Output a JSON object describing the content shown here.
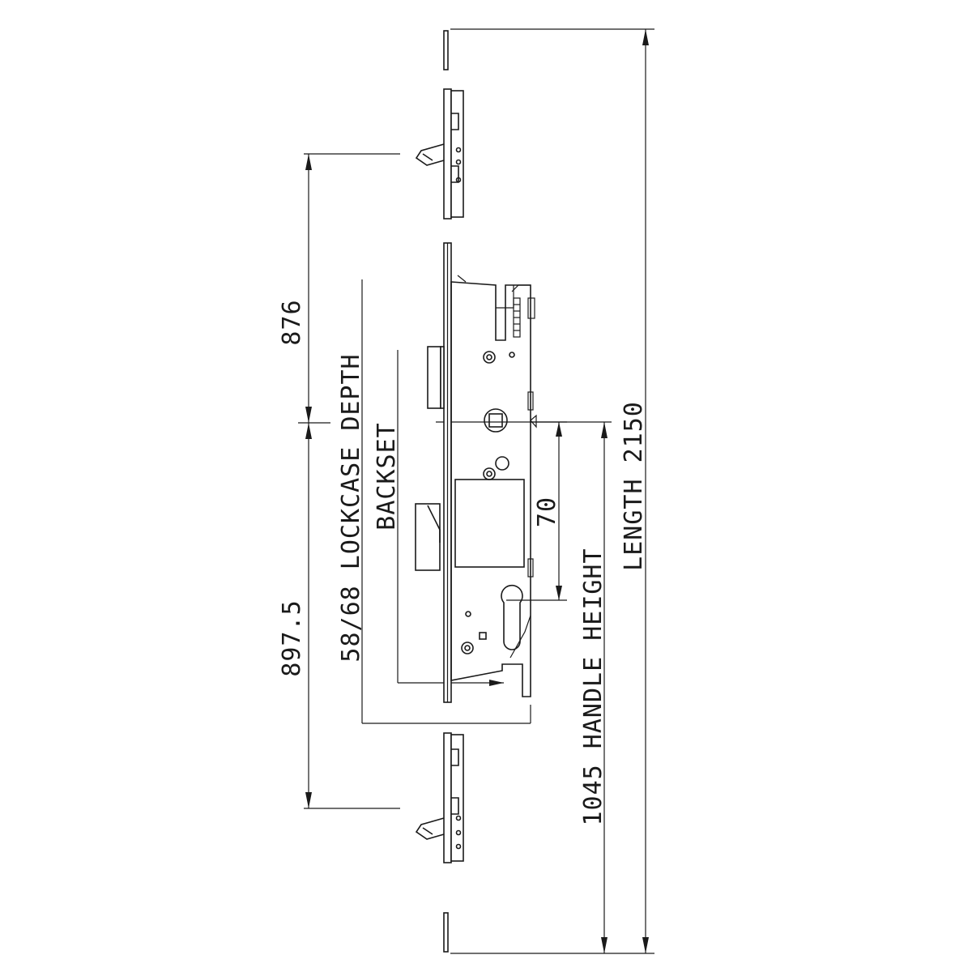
{
  "drawing": {
    "dimensions": {
      "top_hook_to_center": "876",
      "lockcase_depth": "58/68 LOCKCASE DEPTH",
      "backset": "BACKSET",
      "center_to_bottom_hook": "897.5",
      "handle_to_cylinder": "70",
      "handle_height": "1045 HANDLE HEIGHT",
      "length": "LENGTH 2150"
    }
  }
}
